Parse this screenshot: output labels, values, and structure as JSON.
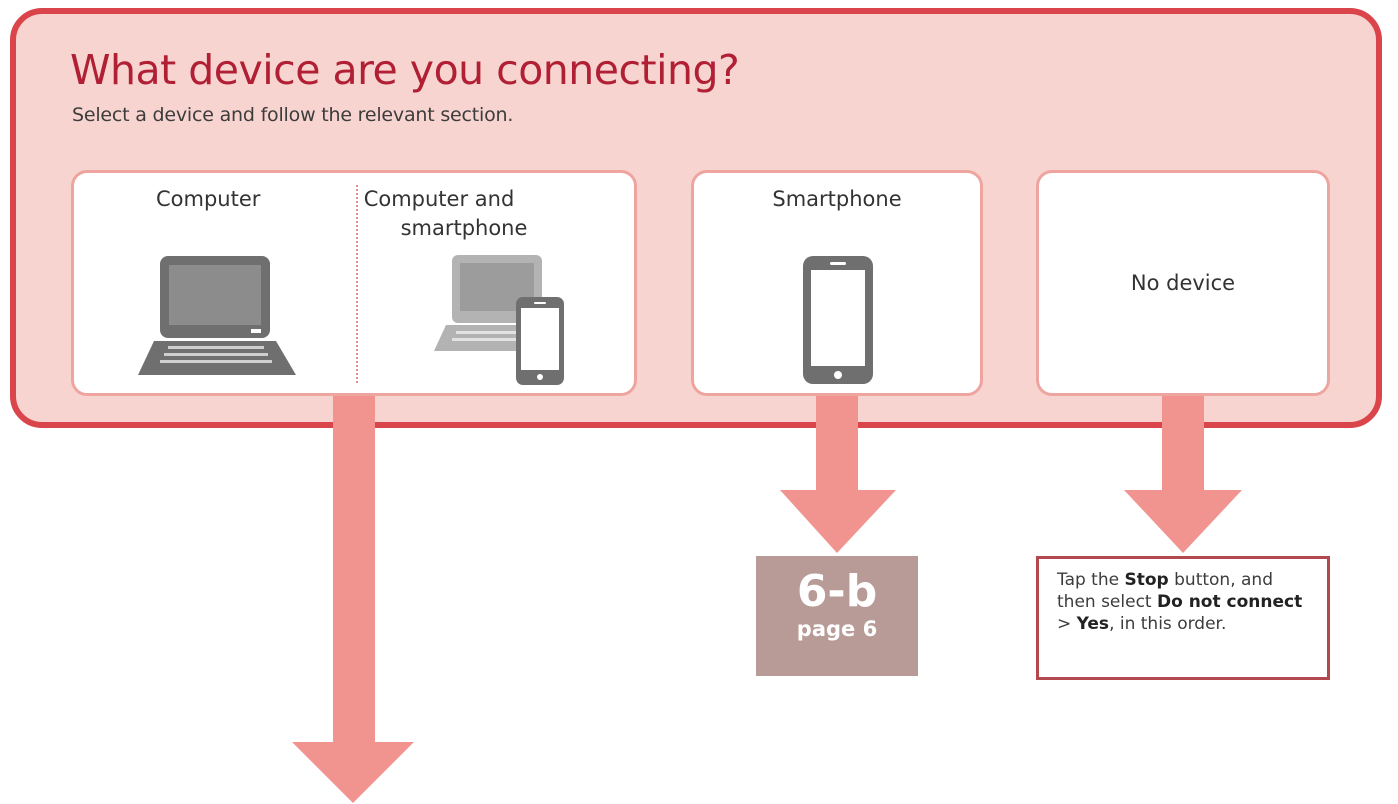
{
  "header": {
    "title": "What device are you connecting?",
    "subtitle": "Select a device and follow the relevant section."
  },
  "options": {
    "computer": {
      "label_left": "Computer",
      "label_right_line1": "Computer and",
      "label_right_line2": "smartphone",
      "icons": [
        "laptop-icon",
        "laptop-and-smartphone-icon"
      ]
    },
    "smartphone": {
      "label": "Smartphone",
      "icon": "smartphone-icon"
    },
    "no_device": {
      "label": "No device"
    }
  },
  "results": {
    "smartphone": {
      "code": "6-b",
      "page": "page 6"
    },
    "no_device": {
      "text1": "Tap the ",
      "bold1": "Stop",
      "text2": " button, and then select ",
      "bold2": "Do not connect",
      "text3": " > ",
      "bold3": "Yes",
      "text4": ", in this order."
    }
  },
  "colors": {
    "panel_bg": "#f8d4d0",
    "panel_border": "#d9454b",
    "title": "#b01f34",
    "arrow": "#f1948f",
    "ref_box": "#b89b97",
    "device_gray": "#6f6f6f"
  }
}
